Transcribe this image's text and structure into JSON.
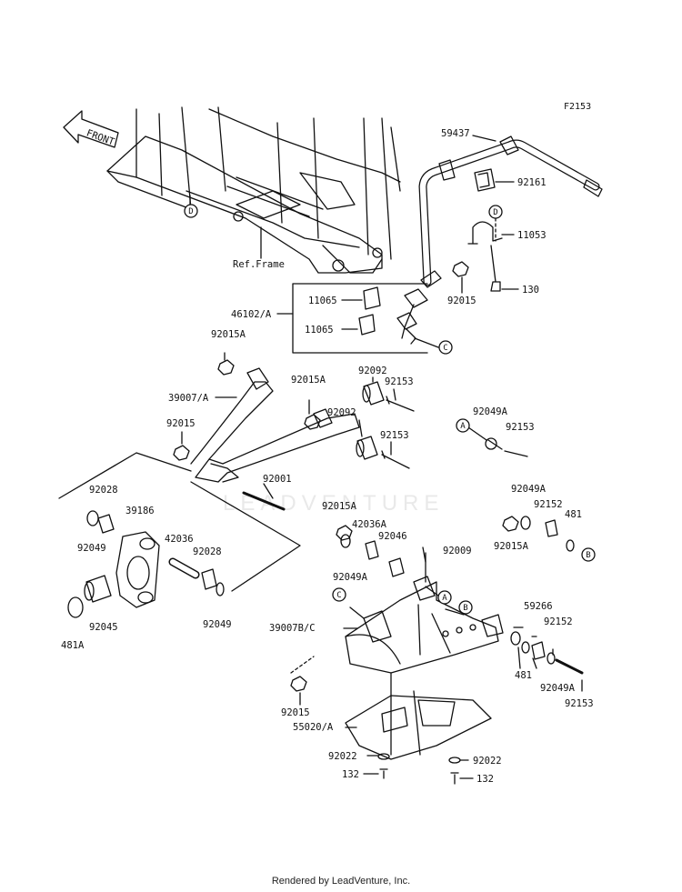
{
  "figure_code": "F2153",
  "front_label": "FRONT",
  "watermark": "LEADVENTURE",
  "footer": "Rendered by LeadVenture, Inc.",
  "ref_frame": "Ref.Frame",
  "labels": {
    "p59437": "59437",
    "p92161": "92161",
    "p11053": "11053",
    "p130": "130",
    "p92015_a": "92015",
    "p11065_1": "11065",
    "p11065_2": "11065",
    "p46102A": "46102/A",
    "p92015A_1": "92015A",
    "p92092_1": "92092",
    "p92015A_2": "92015A",
    "p92153_1": "92153",
    "p39007A": "39007/A",
    "p92092_2": "92092",
    "p92015_b": "92015",
    "p92153_2": "92153",
    "p92049A_1": "92049A",
    "p92153_3": "92153",
    "p92001": "92001",
    "p92028_1": "92028",
    "p39186": "39186",
    "p92049_1": "92049",
    "p42036": "42036",
    "p92028_2": "92028",
    "p92045": "92045",
    "p481A": "481A",
    "p92049_2": "92049",
    "p92049A_2": "92049A",
    "p92152_1": "92152",
    "p481_1": "481",
    "p92015A_3": "92015A",
    "p92015A_4": "92015A",
    "p42036A": "42036A",
    "p92046": "92046",
    "p92009": "92009",
    "p92049A_3": "92049A",
    "p59266": "59266",
    "p92152_2": "92152",
    "p39007BC": "39007B/C",
    "p481_2": "481",
    "p92049A_4": "92049A",
    "p92153_4": "92153",
    "p92015_c": "92015",
    "p55020A": "55020/A",
    "p92022_1": "92022",
    "p92022_2": "92022",
    "p132_1": "132",
    "p132_2": "132"
  },
  "callouts": {
    "d1": "D",
    "d2": "D",
    "c1": "C",
    "c2": "C",
    "a1": "A",
    "a2": "A",
    "b1": "B",
    "b2": "B"
  }
}
